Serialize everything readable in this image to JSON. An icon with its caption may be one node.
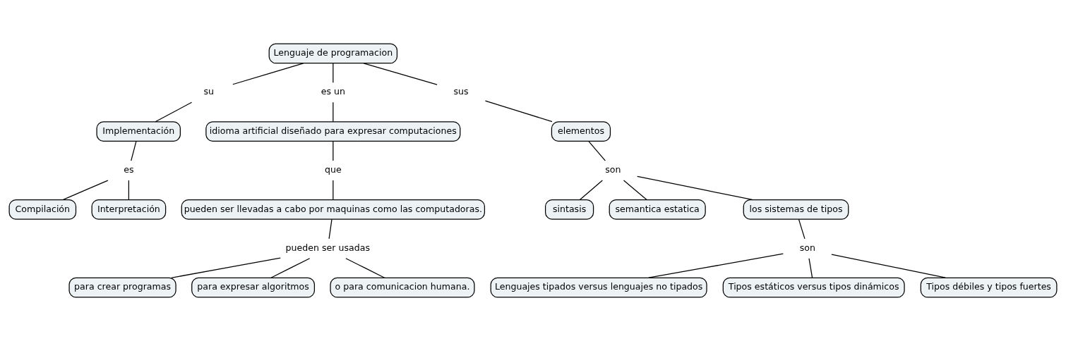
{
  "diagram": {
    "nodes": [
      {
        "text": [
          "Lenguaje de programacion"
        ]
      },
      {
        "text": [
          "su"
        ]
      },
      {
        "text": [
          "es un"
        ]
      },
      {
        "text": [
          "sus"
        ]
      },
      {
        "text": [
          "Implementación"
        ]
      },
      {
        "text": [
          "idioma artificial diseñado para expresar computaciones"
        ]
      },
      {
        "text": [
          "elementos"
        ]
      },
      {
        "text": [
          "es"
        ]
      },
      {
        "text": [
          "que"
        ]
      },
      {
        "text": [
          "son"
        ]
      },
      {
        "text": [
          "Compilación"
        ]
      },
      {
        "text": [
          "Interpretación"
        ]
      },
      {
        "text": [
          "pueden ser llevadas a cabo por maquinas como las computadoras."
        ]
      },
      {
        "text": [
          "sintasis"
        ]
      },
      {
        "text": [
          "semantica estatica"
        ]
      },
      {
        "text": [
          "los sistemas de tipos"
        ]
      },
      {
        "text": [
          "pueden ser usadas"
        ]
      },
      {
        "text": [
          "son"
        ]
      },
      {
        "text": [
          "para crear programas"
        ]
      },
      {
        "text": [
          "para expresar algoritmos"
        ]
      },
      {
        "text": [
          "o para comunicacion humana."
        ]
      },
      {
        "text": [
          "Lenguajes tipados versus lenguajes no tipados"
        ]
      },
      {
        "text": [
          "Tipos estáticos versus tipos dinámicos"
        ]
      },
      {
        "text": [
          "Tipos débiles y tipos fuertes"
        ]
      }
    ],
    "edges": [
      {
        "from": 0,
        "to": 1,
        "arrow": "none"
      },
      {
        "from": 1,
        "to": 4,
        "arrow": "none"
      },
      {
        "from": 0,
        "to": 2,
        "arrow": "none"
      },
      {
        "from": 2,
        "to": 5,
        "arrow": "none"
      },
      {
        "from": 0,
        "to": 3,
        "arrow": "none"
      },
      {
        "from": 3,
        "to": 6,
        "arrow": "none"
      },
      {
        "from": 4,
        "to": 7,
        "arrow": "none"
      },
      {
        "from": 7,
        "to": 10,
        "arrow": "none"
      },
      {
        "from": 7,
        "to": 11,
        "arrow": "none"
      },
      {
        "from": 5,
        "to": 8,
        "arrow": "none"
      },
      {
        "from": 8,
        "to": 12,
        "arrow": "none"
      },
      {
        "from": 6,
        "to": 9,
        "arrow": "none"
      },
      {
        "from": 9,
        "to": 13,
        "arrow": "none"
      },
      {
        "from": 9,
        "to": 14,
        "arrow": "none"
      },
      {
        "from": 9,
        "to": 15,
        "arrow": "none"
      },
      {
        "from": 12,
        "to": 16,
        "arrow": "none"
      },
      {
        "from": 16,
        "to": 18,
        "arrow": "none"
      },
      {
        "from": 16,
        "to": 19,
        "arrow": "none"
      },
      {
        "from": 16,
        "to": 20,
        "arrow": "none"
      },
      {
        "from": 15,
        "to": 17,
        "arrow": "none"
      },
      {
        "from": 17,
        "to": 21,
        "arrow": "none"
      },
      {
        "from": 17,
        "to": 22,
        "arrow": "none"
      },
      {
        "from": 17,
        "to": 23,
        "arrow": "none"
      }
    ]
  }
}
